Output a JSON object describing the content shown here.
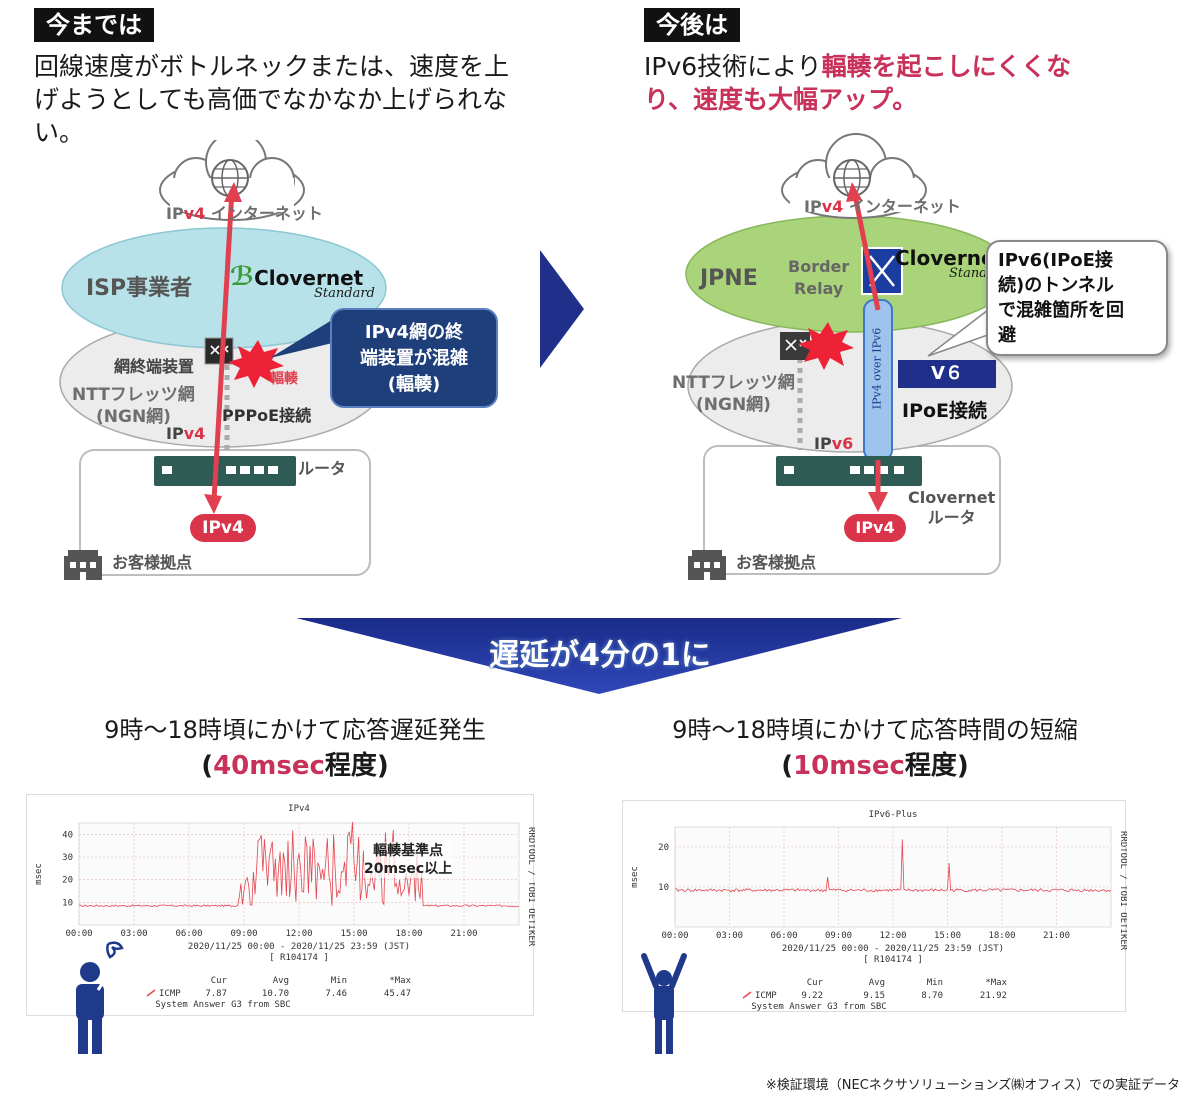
{
  "left": {
    "tag": "今までは",
    "lead_line1": "回線速度がボトルネックまたは、速度を上",
    "lead_line2": "げようとしても高価でなかなか上げられな",
    "lead_line3": "い。",
    "internet_prefix": "IP",
    "internet_v4": "v4",
    "internet_suffix": "インターネット",
    "isp": "ISP事業者",
    "clovernet": "Clovernet",
    "standard": "Standard",
    "terminal": "網終端装置",
    "congestion": "輻輳",
    "ntt": "NTTフレッツ網",
    "ngn": "(NGN網)",
    "pppoe": "PPPoE接続",
    "ipv4_label_prefix": "IP",
    "ipv4_label_v4": "v4",
    "router": "ルータ",
    "ipv4_pill": "IPv4",
    "customer": "お客様拠点",
    "callout_l1": "IPv4網の終",
    "callout_l2": "端装置が混雑",
    "callout_l3": "(輻輳)"
  },
  "right": {
    "tag": "今後は",
    "lead_prefix": "IPv6技術により",
    "lead_hl1": "輻輳を起こしにくくな",
    "lead_hl2": "り、速度も大幅アップ。",
    "internet_prefix": "IP",
    "internet_v4": "v4",
    "internet_suffix": "インターネット",
    "jpne": "JPNE",
    "border": "Border",
    "relay": "Relay",
    "clovernet": "Clovernet",
    "standard": "Standard",
    "ntt": "NTTフレッツ網",
    "ngn": "(NGN網)",
    "tunnel_text": "IPv4 over IPv6",
    "v6_badge": "V６",
    "ipoe": "IPoE接続",
    "ipv6_prefix": "IP",
    "ipv6_v6": "v6",
    "router_name": "Clovernet",
    "router": "ルータ",
    "ipv4_pill": "IPv4",
    "customer": "お客様拠点",
    "callout_l1": "IPv6(IPoE接",
    "callout_l2": "続)のトンネル",
    "callout_l3": "で混雑箇所を回",
    "callout_l4": "避"
  },
  "banner": "遅延が4分の1に",
  "left_result": {
    "line1": "9時〜18時頃にかけて応答遅延発生",
    "open": "(",
    "value": "40msec",
    "close": "程度)"
  },
  "right_result": {
    "line1": "9時〜18時頃にかけて応答時間の短縮",
    "open": "(",
    "value": "10msec",
    "close": "程度)"
  },
  "chart_data": [
    {
      "type": "line",
      "title": "IPv4",
      "ylabel": "msec",
      "ylim": [
        0,
        45
      ],
      "yticks": [
        "10",
        "20",
        "30",
        "40"
      ],
      "xticks": [
        "00:00",
        "03:00",
        "06:00",
        "09:00",
        "12:00",
        "15:00",
        "18:00",
        "21:00"
      ],
      "date_range": "2020/11/25 00:00 - 2020/11/25 23:59 (JST)",
      "id": "[ R104174 ]",
      "annotation_l1": "輻輳基準点",
      "annotation_l2": "20msec以上",
      "side_label": "RRDTOOL / TOBI OETIKER",
      "stats_headers": [
        "Cur",
        "Avg",
        "Min",
        "*Max"
      ],
      "series": [
        {
          "name": "ICMP",
          "cur": "7.87",
          "avg": "10.70",
          "min": "7.46",
          "max": "45.47"
        }
      ],
      "footer": "System Answer G3 from SBC"
    },
    {
      "type": "line",
      "title": "IPv6-Plus",
      "ylabel": "msec",
      "ylim": [
        0,
        25
      ],
      "yticks": [
        "10",
        "20"
      ],
      "xticks": [
        "00:00",
        "03:00",
        "06:00",
        "09:00",
        "12:00",
        "15:00",
        "18:00",
        "21:00"
      ],
      "date_range": "2020/11/25 00:00 - 2020/11/25 23:59 (JST)",
      "id": "[ R104174 ]",
      "side_label": "RRDTOOL / TOBI OETIKER",
      "stats_headers": [
        "Cur",
        "Avg",
        "Min",
        "*Max"
      ],
      "series": [
        {
          "name": "ICMP",
          "cur": "9.22",
          "avg": "9.15",
          "min": "8.70",
          "max": "21.92"
        }
      ],
      "footer": "System Answer G3 from SBC"
    }
  ],
  "footnote": "※検証環境（NECネクサソリューションズ㈱オフィス）での実証データ",
  "colors": {
    "accent": "#c8325a",
    "navy": "#1f2f8a",
    "red": "#d9344a",
    "teal": "#b7e2e9",
    "green": "#a9d47a"
  }
}
